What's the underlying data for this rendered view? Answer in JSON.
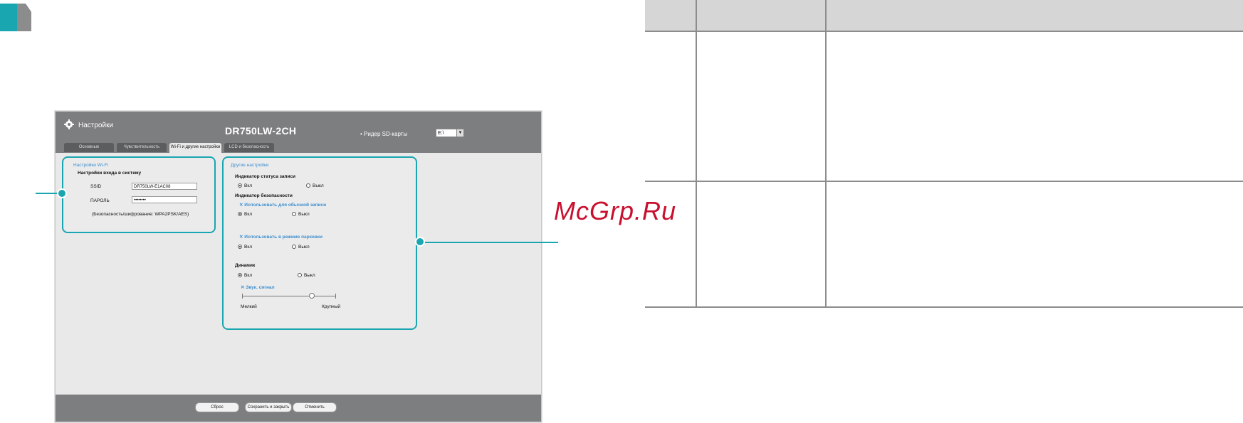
{
  "app": {
    "title": "Настройки",
    "model": "DR750LW-2CH",
    "sd_label": "• Ридер SD-карты",
    "drive_value": "E:\\",
    "tabs": [
      "Основные",
      "Чувствительность",
      "Wi-Fi и другие настройки",
      "LCD и безопасность"
    ],
    "wifi": {
      "header": "Настройки Wi-Fi",
      "section": "Настройки входа в систему",
      "ssid_label": "SSID",
      "ssid_value": "DR750LW-E1AC08",
      "password_label": "ПАРОЛЬ",
      "password_value": "••••••••",
      "security_label": "(Безопасность/шифрование:",
      "security_value": "WPA2PSK/AES)"
    },
    "other": {
      "header": "Другие настройки",
      "rec_indicator": "Индикатор статуса записи",
      "security_indicator": "Индикатор безопасности",
      "use_normal": "Использовать для обычной записи",
      "use_parking": "Использовать в режиме парковки",
      "speaker": "Динамик",
      "beep": "Звук. сигнал",
      "on": "Вкл",
      "off": "Выкл",
      "small": "Мелкий",
      "large": "Крупный"
    },
    "buttons": {
      "reset": "Сброс",
      "save_close": "Сохранить и закрыть",
      "cancel": "Отменить"
    }
  },
  "watermark": "McGrp.Ru",
  "colors": {
    "accent": "#1aa6b0",
    "header": "#7d7e80",
    "highlight_text": "#3d8fd0"
  }
}
